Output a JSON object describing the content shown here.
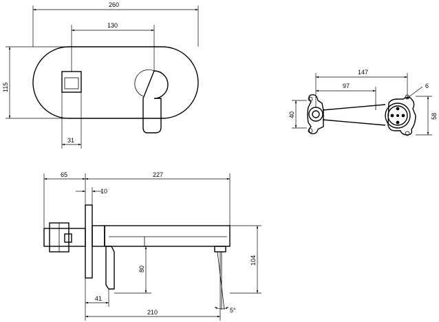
{
  "dimensions": {
    "front_width": "260",
    "front_spacing": "130",
    "front_height": "115",
    "front_spout": "31",
    "plan_length": "147",
    "plan_offset": "97",
    "plan_hole": "6",
    "plan_height": "40",
    "plan_body": "58",
    "side_depth": "65",
    "side_total": "227",
    "side_plate": "10",
    "side_drop": "80",
    "side_height": "104",
    "side_handle": "41",
    "side_reach": "210",
    "side_angle": "5°"
  }
}
